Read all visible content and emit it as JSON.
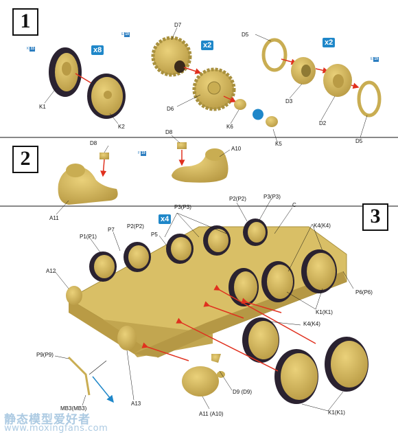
{
  "steps": {
    "s1": "1",
    "s2": "2",
    "s3": "3"
  },
  "multipliers": {
    "m1": "x8",
    "m2": "x2",
    "m3": "x2",
    "m4": "x4"
  },
  "sprue": {
    "k": "K",
    "e": "E",
    "e2": "E",
    "f": "F"
  },
  "sprue_nums": {
    "k": "33",
    "e": "19",
    "e2": "19",
    "f": "19"
  },
  "step1": {
    "k1": "K1",
    "k2": "K2",
    "d7": "D7",
    "d6": "D6",
    "k6": "K6",
    "d5a": "D5",
    "d3": "D3",
    "d2": "D2",
    "d5b": "D5",
    "k5": "K5"
  },
  "step2": {
    "d8a": "D8",
    "d8b": "D8",
    "a10": "A10",
    "a11": "A11"
  },
  "step3": {
    "p1": "P1(P1)",
    "p7": "P7",
    "p2a": "P2(P2)",
    "p5": "P5",
    "p3a": "P3(P3)",
    "p2b": "P2(P2)",
    "p3b": "P3(P3)",
    "c": "C",
    "k4a": "K4(K4)",
    "a12": "A12",
    "p6": "P6(P6)",
    "k1a": "K1(K1)",
    "k4b": "K4(K4)",
    "p9": "P9(P9)",
    "d9": "D9 (D9)",
    "mb3": "MB3(MB3)",
    "a13": "A13",
    "a11": "A11 (A10)",
    "k1b": "K1(K1)"
  },
  "watermark": {
    "title": "静态模型爱好者",
    "url": "www.moxingfans.com"
  },
  "colors": {
    "sand": "#d3b75a",
    "sand_dark": "#a8903e",
    "tire": "#2a2230",
    "arrow": "#e0301e",
    "accent": "#1f87c9"
  }
}
